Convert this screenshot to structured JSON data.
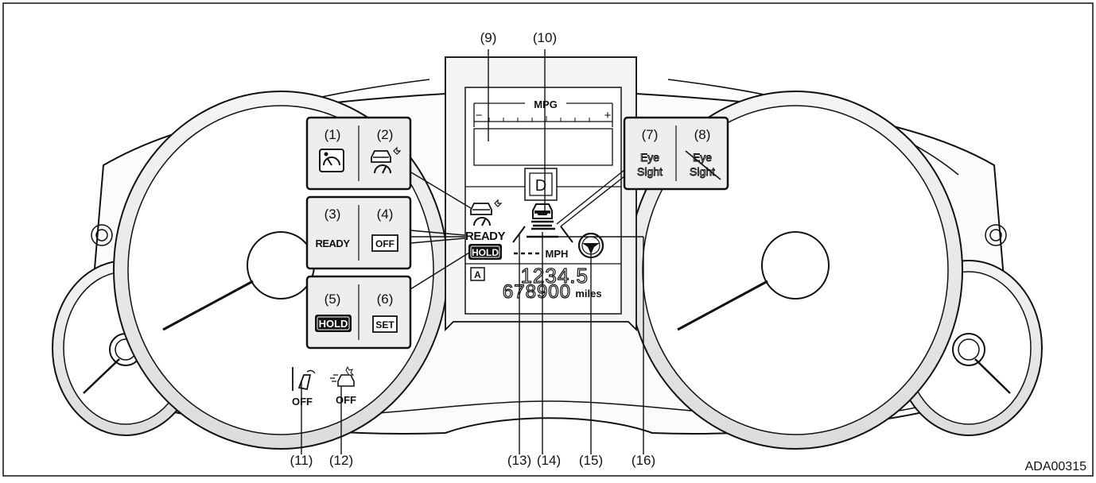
{
  "figure_id": "ADA00315",
  "callouts": {
    "c9": "(9)",
    "c10": "(10)",
    "c11": "(11)",
    "c12": "(12)",
    "c13": "(13)",
    "c14": "(14)",
    "c15": "(15)",
    "c16": "(16)"
  },
  "box_left_top": {
    "c1": "(1)",
    "c2": "(2)"
  },
  "box_left_mid": {
    "c3": "(3)",
    "c4": "(4)",
    "ready": "READY",
    "off": "OFF"
  },
  "box_left_bot": {
    "c5": "(5)",
    "c6": "(6)",
    "hold": "HOLD",
    "set": "SET"
  },
  "box_right": {
    "c7": "(7)",
    "c8": "(8)",
    "eye1": "Eye",
    "sight1": "Sight",
    "eye2": "Eye",
    "sight2": "Sight"
  },
  "display": {
    "mpg": "MPG",
    "minus": "−",
    "plus": "+",
    "gear": "D",
    "ready": "READY",
    "hold": "HOLD",
    "mph": "MPH",
    "a": "A",
    "trip": "1234.5",
    "odo": "678900",
    "unit": "miles"
  },
  "off_icon_11": "OFF",
  "off_icon_12": "OFF",
  "colors": {
    "line": "#111111",
    "box_fill": "#eeeeee",
    "background": "#ffffff"
  }
}
